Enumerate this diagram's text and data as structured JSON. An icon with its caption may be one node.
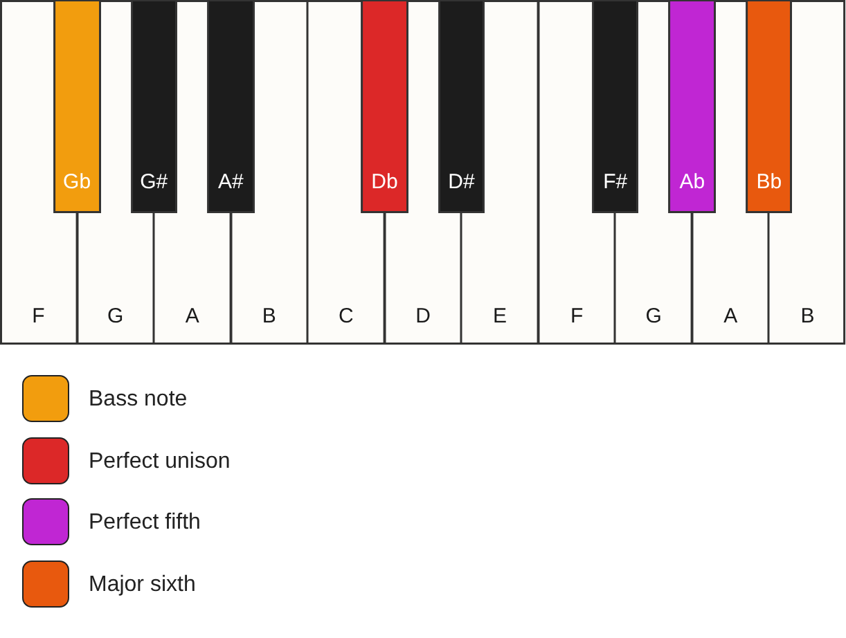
{
  "diagram": {
    "nodes": [
      {
        "text": [
          "F"
        ]
      },
      {
        "text": [
          "G"
        ]
      },
      {
        "text": [
          "A"
        ]
      },
      {
        "text": [
          "B"
        ]
      },
      {
        "text": [
          "C"
        ]
      },
      {
        "text": [
          "D"
        ]
      },
      {
        "text": [
          "E"
        ]
      },
      {
        "text": [
          "F"
        ]
      },
      {
        "text": [
          "G"
        ]
      },
      {
        "text": [
          "A"
        ]
      },
      {
        "text": [
          "B"
        ]
      },
      {
        "text": [
          "Gb"
        ]
      },
      {
        "text": [
          "G#"
        ]
      },
      {
        "text": [
          "A#"
        ]
      },
      {
        "text": [
          "Db"
        ]
      },
      {
        "text": [
          "D#"
        ]
      },
      {
        "text": [
          "F#"
        ]
      },
      {
        "text": [
          "Ab"
        ]
      },
      {
        "text": [
          "Bb"
        ]
      }
    ],
    "legend": [
      {
        "text": "Bass note",
        "color": "#f29d0e"
      },
      {
        "text": "Perfect unison",
        "color": "#dc2828"
      },
      {
        "text": "Perfect fifth",
        "color": "#c026d3"
      },
      {
        "text": "Major sixth",
        "color": "#e8590e"
      }
    ]
  }
}
